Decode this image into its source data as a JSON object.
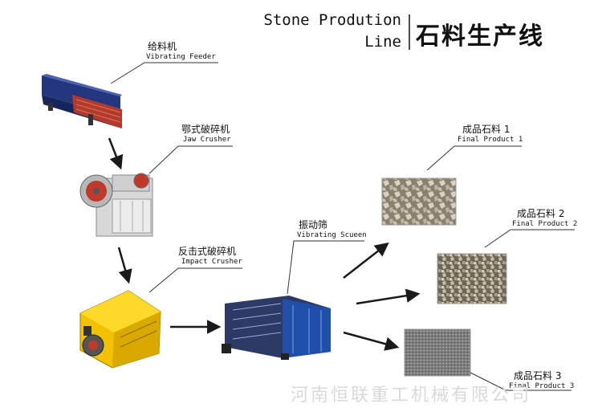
{
  "title": {
    "en_line1": "Stone Prodution",
    "en_line2": "Line",
    "zh": "石料生产线"
  },
  "equipment": [
    {
      "zh": "给料机",
      "en": "Vibrating Feeder"
    },
    {
      "zh": "鄂式破碎机",
      "en": "Jaw Crusher"
    },
    {
      "zh": "反击式破碎机",
      "en": "Impact Crusher"
    },
    {
      "zh": "振动筛",
      "en": "Vibrating Scueen"
    }
  ],
  "products": [
    {
      "zh": "成品石料 1",
      "en": "Final Product 1"
    },
    {
      "zh": "成品石料 2",
      "en": "Final Product 2"
    },
    {
      "zh": "成品石料 3",
      "en": "Final Product 3"
    }
  ],
  "watermark": "河南恒联重工机械有限公司",
  "colors": {
    "feeder_blue": "#2a3f8f",
    "feeder_red": "#c0392b",
    "crusher_yellow": "#f2c200",
    "screen_blue": "#1f4fa8",
    "arrow": "#1a1a1a"
  }
}
